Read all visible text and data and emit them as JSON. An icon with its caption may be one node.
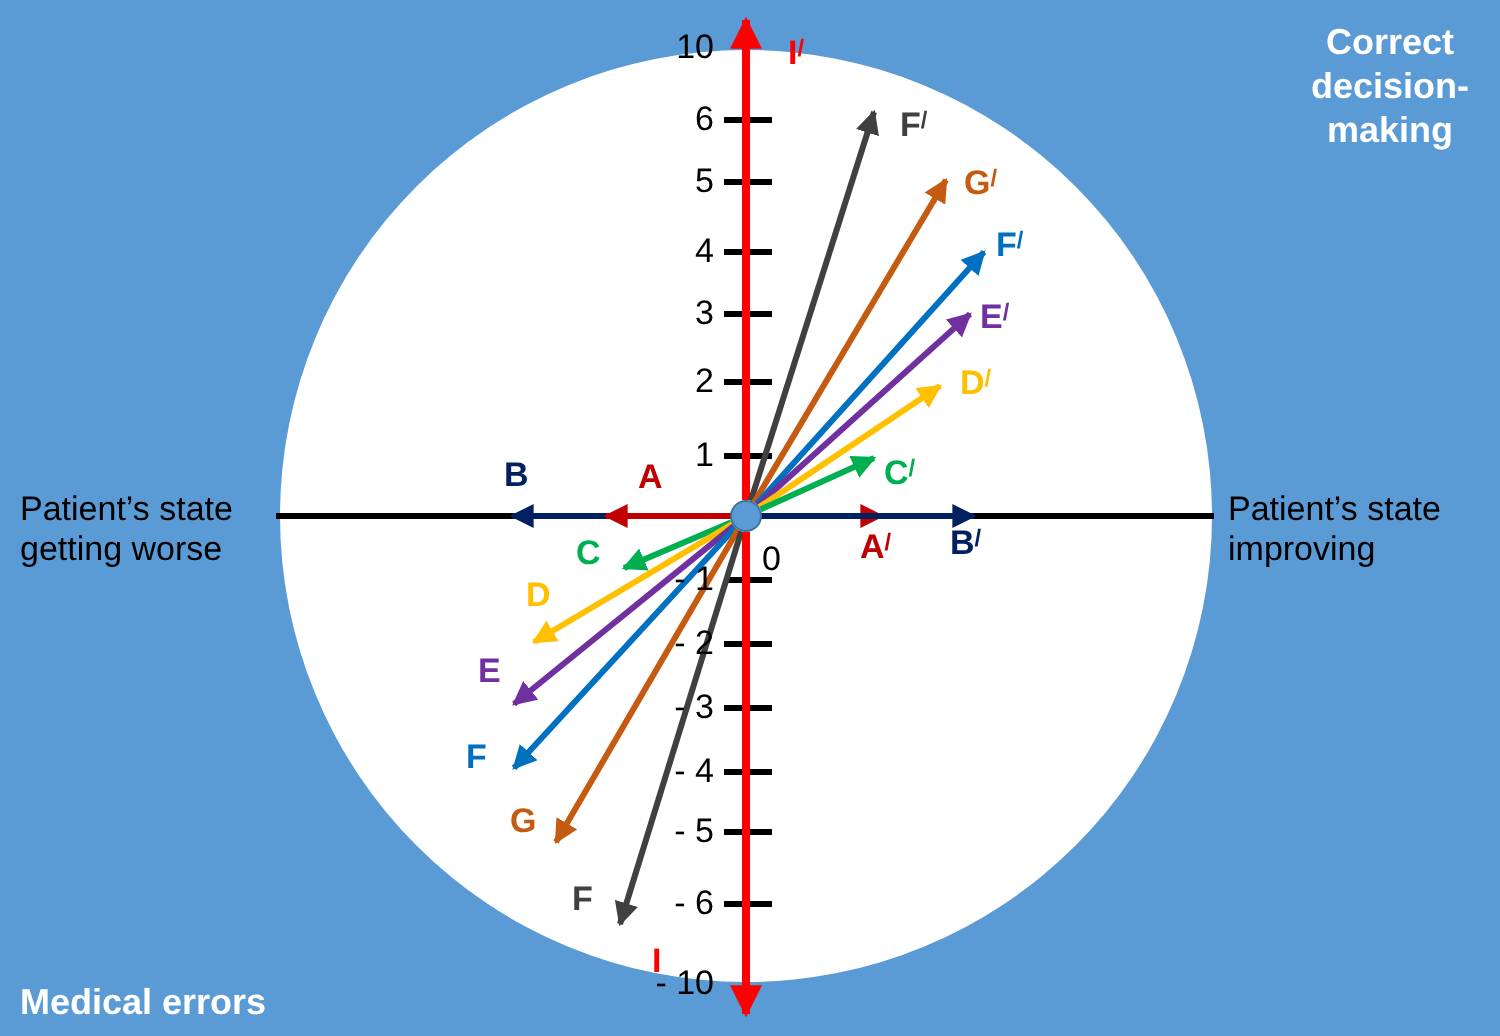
{
  "diagram": {
    "nodes": [
      {
        "text": [],
        "shape": "circle"
      },
      {
        "text": [
          "I$^{/}$"
        ]
      },
      {
        "text": [
          "F$^{/}$"
        ]
      },
      {
        "text": [
          "G$^{/}$"
        ]
      },
      {
        "text": [
          "F$^{/}$"
        ]
      },
      {
        "text": [
          "E$^{/}$"
        ]
      },
      {
        "text": [
          "D$^{/}$"
        ]
      },
      {
        "text": [
          "C$^{/}$"
        ]
      },
      {
        "text": [
          "B"
        ]
      },
      {
        "text": [
          "A"
        ]
      },
      {
        "text": [
          "A$^{/}$"
        ]
      },
      {
        "text": [
          "B$^{/}$"
        ]
      },
      {
        "text": [
          "C"
        ]
      },
      {
        "text": [
          "D"
        ]
      },
      {
        "text": [
          "E"
        ]
      },
      {
        "text": [
          "F"
        ]
      },
      {
        "text": [
          "G"
        ]
      },
      {
        "text": [
          "F"
        ]
      },
      {
        "text": [
          "I"
        ]
      }
    ],
    "edges": [
      {
        "from": 0,
        "to": 1,
        "arrow": "to",
        "color": "#ff0000"
      },
      {
        "from": 0,
        "to": 2,
        "arrow": "to",
        "color": "#404040"
      },
      {
        "from": 0,
        "to": 3,
        "arrow": "to",
        "color": "#c55a11"
      },
      {
        "from": 0,
        "to": 4,
        "arrow": "to",
        "color": "#0070c0"
      },
      {
        "from": 0,
        "to": 5,
        "arrow": "to",
        "color": "#7030a0"
      },
      {
        "from": 0,
        "to": 6,
        "arrow": "to",
        "color": "#ffc000"
      },
      {
        "from": 0,
        "to": 7,
        "arrow": "to",
        "color": "#00b050"
      },
      {
        "from": 0,
        "to": 8,
        "arrow": "to",
        "color": "#002060"
      },
      {
        "from": 0,
        "to": 9,
        "arrow": "to",
        "color": "#c00000"
      },
      {
        "from": 0,
        "to": 10,
        "arrow": "to",
        "color": "#c00000"
      },
      {
        "from": 0,
        "to": 11,
        "arrow": "to",
        "color": "#002060"
      },
      {
        "from": 0,
        "to": 12,
        "arrow": "to",
        "color": "#00b050"
      },
      {
        "from": 0,
        "to": 13,
        "arrow": "to",
        "color": "#ffc000"
      },
      {
        "from": 0,
        "to": 14,
        "arrow": "to",
        "color": "#7030a0"
      },
      {
        "from": 0,
        "to": 15,
        "arrow": "to",
        "color": "#0070c0"
      },
      {
        "from": 0,
        "to": 16,
        "arrow": "to",
        "color": "#c55a11"
      },
      {
        "from": 0,
        "to": 17,
        "arrow": "to",
        "color": "#404040"
      },
      {
        "from": 0,
        "to": 18,
        "arrow": "to",
        "color": "#ff0000"
      }
    ],
    "labels": [
      "10",
      "Correct decision-making",
      "6",
      "5",
      "4",
      "3",
      "2",
      "1",
      "Patient’s state getting worse",
      "Patient’s state improving",
      "0",
      "- 1",
      "- 2",
      "- 3",
      "- 4",
      "- 5",
      "- 6",
      "Medical errors",
      "- 10"
    ]
  }
}
